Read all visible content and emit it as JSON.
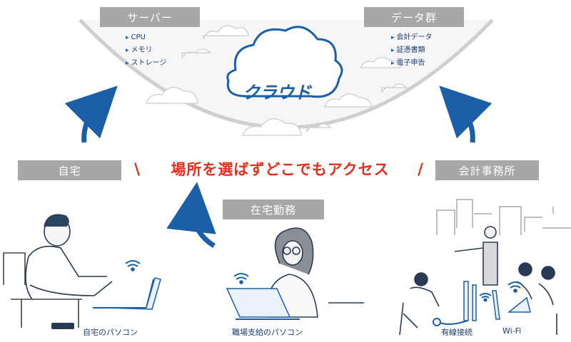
{
  "cloud": {
    "title": "クラウド",
    "server": {
      "label": "サーバー",
      "items": [
        "CPU",
        "メモリ",
        "ストレージ"
      ]
    },
    "data": {
      "label": "データ群",
      "items": [
        "会計データ",
        "証憑書類",
        "電子申告"
      ]
    }
  },
  "headline": "場所を選ばずどこでもアクセス",
  "locations": {
    "home": "自宅",
    "remote": "在宅勤務",
    "office": "会計事務所"
  },
  "captions": {
    "home_pc": "自宅のパソコン",
    "work_pc": "職場支給のパソコン",
    "wired": "有線接続",
    "wifi": "Wi-Fi"
  },
  "colors": {
    "accent_blue": "#1a5fa8",
    "label_gray": "#a7a7a7",
    "headline_red": "#e0301e"
  }
}
